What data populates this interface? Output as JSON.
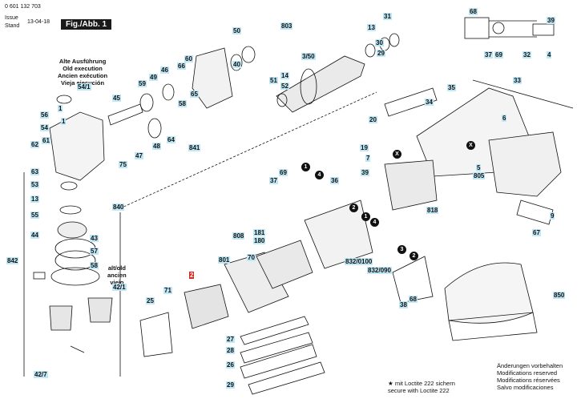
{
  "header": {
    "part_number": "0 601 132 703",
    "issue_label": "Issue",
    "stand_label": "Stand",
    "date": "13-04-18",
    "figure_label": "Fig./Abb. 1"
  },
  "version_note": [
    "Alte Ausführung",
    "Old execution",
    "Ancien exécution",
    "Vieja ejecución"
  ],
  "alt_note": [
    "alt/old",
    "ancien",
    "viejo"
  ],
  "loctite_note": [
    "mit Loctite 222 sichern",
    "secure with Loctite 222"
  ],
  "loctite_star": "★",
  "modifications_note": [
    "Änderungen vorbehalten",
    "Modifications reserved",
    "Modifications réservées",
    "Salvo modificaciones"
  ],
  "parts": [
    "803",
    "13",
    "31",
    "50",
    "30",
    "29",
    "40",
    "3/50",
    "51",
    "14",
    "52",
    "68",
    "39",
    "37",
    "69",
    "32",
    "4",
    "35",
    "33",
    "60",
    "66",
    "46",
    "59",
    "49",
    "34",
    "45",
    "62",
    "65",
    "58",
    "64",
    "841",
    "47",
    "48",
    "20",
    "6",
    "54/1",
    "56",
    "54",
    "61",
    "19",
    "7",
    "5",
    "805",
    "63",
    "75",
    "13",
    "55",
    "53",
    "36",
    "69",
    "37",
    "39",
    "818",
    "9",
    "840",
    "44",
    "43",
    "57",
    "808",
    "181",
    "180",
    "801",
    "70",
    "832/0100",
    "832/090",
    "67",
    "842",
    "71",
    "25",
    "27",
    "28",
    "26",
    "29",
    "38",
    "68",
    "850",
    "58",
    "42/1",
    "42/7",
    "1",
    "1"
  ],
  "red_part": "2",
  "callouts": [
    "1",
    "4",
    "2",
    "1",
    "4",
    "3",
    "2",
    "X",
    "X"
  ],
  "colors": {
    "label_bg": "#bfe7f5",
    "highlight": "#d9261c",
    "figure_bg": "#1a1a1a"
  }
}
